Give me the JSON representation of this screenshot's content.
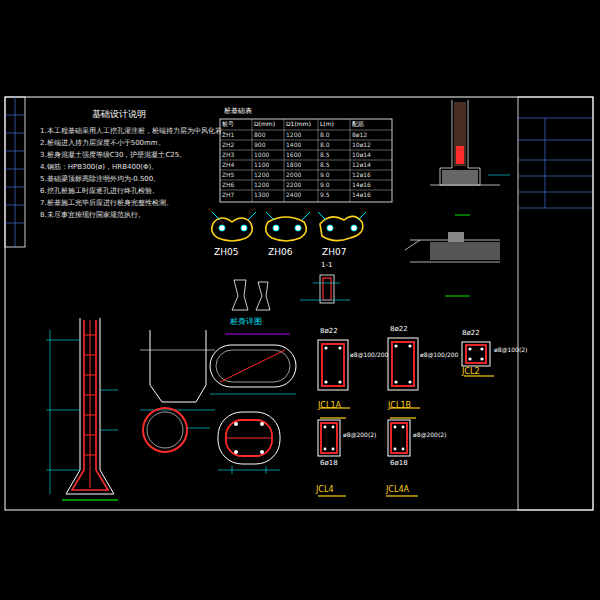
{
  "diagram": {
    "title": "基础设计说明",
    "labels": [
      "1.本工程基础采用人工挖孔灌注桩，桩端持力层为中风化岩。",
      "2.桩端进入持力层深度不小于500mm。",
      "3.桩身混凝土强度等级C30，护壁混凝土C25。",
      "4.钢筋：HPB300(ø)，HRB400(Φ)。",
      "5.基础梁顶标高除注明外均为-0.500。",
      "6.挖孔桩施工时应逐孔进行终孔检验。",
      "7.桩基施工完毕后应进行桩身完整性检测。",
      "8.未尽事宜按现行国家规范执行。",
      "桩基础表",
      "桩号",
      "D(mm)",
      "D1(mm)",
      "L(m)",
      "配筋",
      "ZH1",
      "800",
      "1200",
      "8.0",
      "8ø12",
      "ZH2",
      "900",
      "1400",
      "8.0",
      "10ø12",
      "ZH3",
      "1000",
      "1600",
      "8.5",
      "10ø14",
      "ZH4",
      "1100",
      "1800",
      "8.5",
      "12ø14",
      "ZH5",
      "1200",
      "2000",
      "9.0",
      "12ø16",
      "ZH6",
      "1200",
      "2200",
      "9.0",
      "14ø16",
      "ZH7",
      "1300",
      "2400",
      "9.5",
      "14ø16",
      "ZH05",
      "ZH06",
      "ZH07",
      "桩身详图",
      "JCL1A",
      "JCL1B",
      "JCL2",
      "JCL4",
      "JCL4A",
      "8ø22",
      "8ø22",
      "8ø22",
      "6ø18",
      "6ø18",
      "ø8@100/200",
      "ø8@100/200",
      "ø8@100(2)",
      "ø8@200(2)",
      "ø8@200(2)",
      "1-1"
    ]
  }
}
